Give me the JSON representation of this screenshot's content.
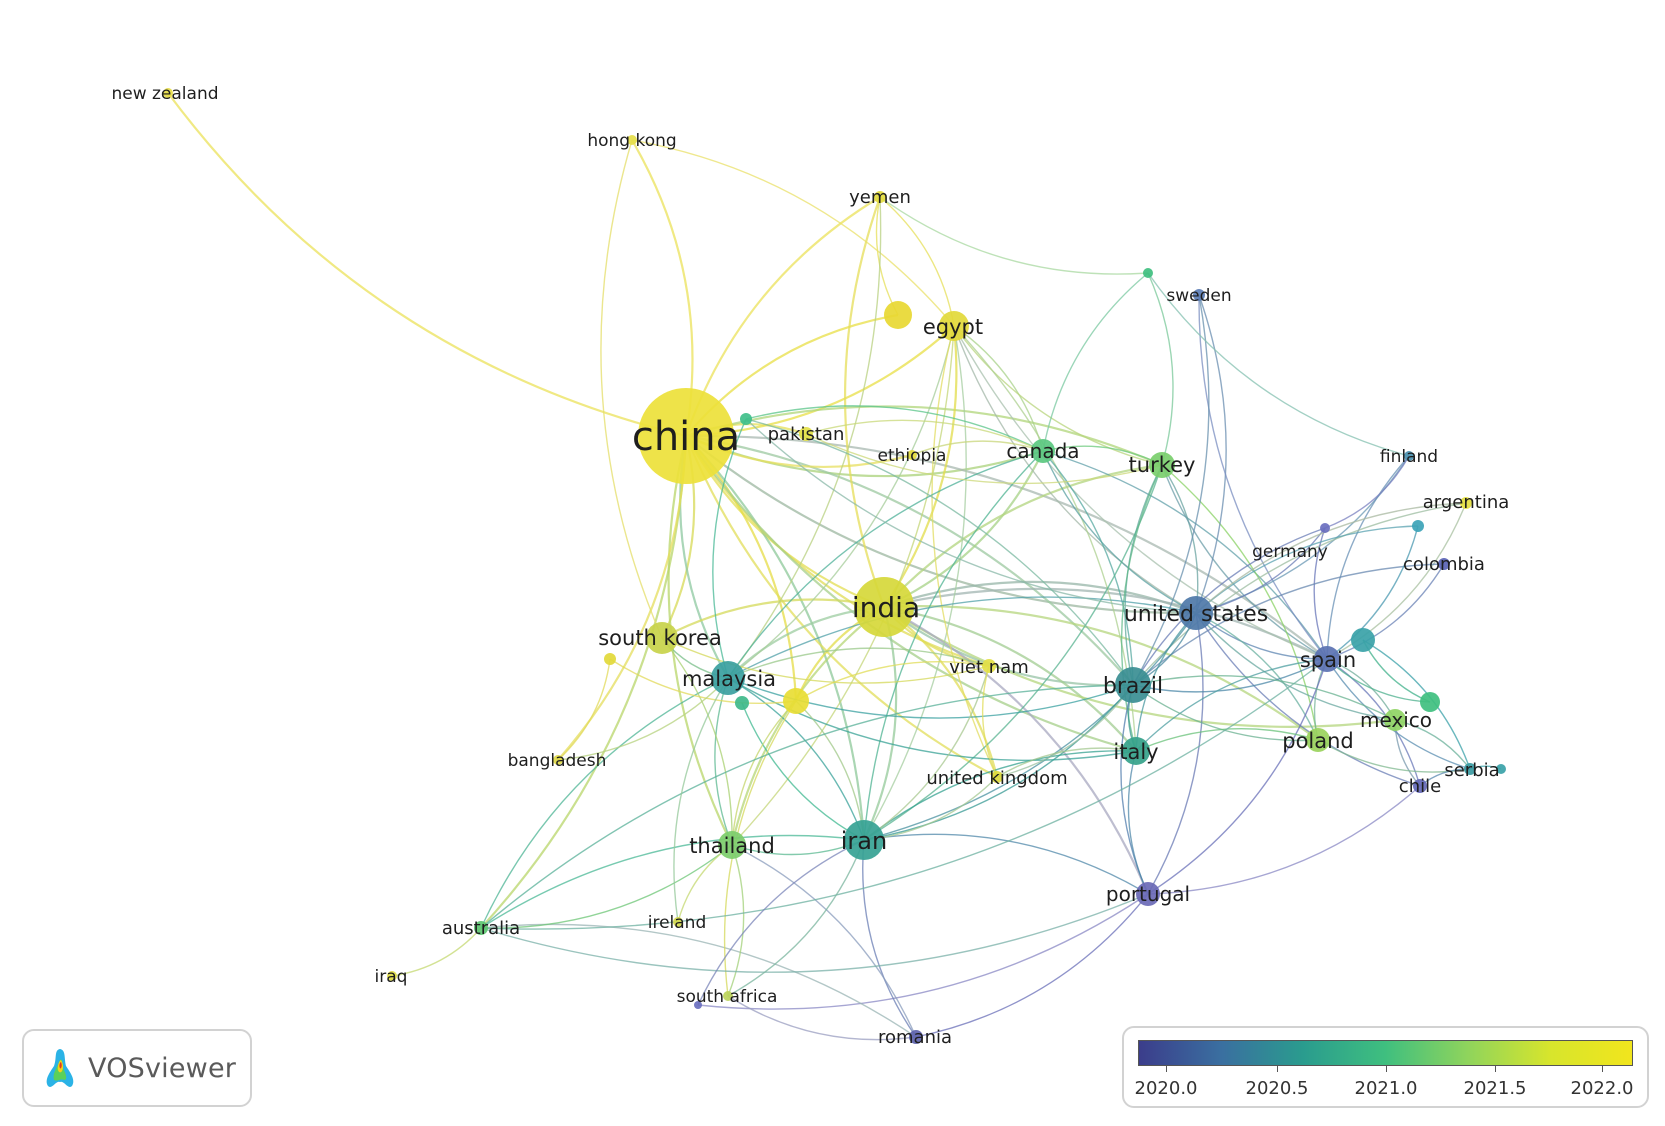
{
  "nodes": [
    {
      "id": "china",
      "label": "china",
      "size": 48,
      "font": 40,
      "color": "#ede13a"
    },
    {
      "id": "india",
      "label": "india",
      "size": 30,
      "font": 28,
      "color": "#d6d83a"
    },
    {
      "id": "egypt",
      "label": "egypt",
      "size": 15,
      "font": 21,
      "color": "#e2d93a"
    },
    {
      "id": "egypt2",
      "label": "",
      "size": 14,
      "font": 0,
      "color": "#e8d832"
    },
    {
      "id": "yemen",
      "label": "yemen",
      "size": 6,
      "font": 18,
      "color": "#e4dc3e"
    },
    {
      "id": "hong_kong",
      "label": "hong kong",
      "size": 5,
      "font": 17,
      "color": "#e6de4a"
    },
    {
      "id": "new_zealand",
      "label": "new zealand",
      "size": 5,
      "font": 17,
      "color": "#e6dc44"
    },
    {
      "id": "pakistan",
      "label": "pakistan",
      "size": 7,
      "font": 18,
      "color": "#e3df46"
    },
    {
      "id": "pakistan_dot",
      "label": "",
      "size": 6,
      "font": 0,
      "color": "#3fbf8a"
    },
    {
      "id": "ethiopia",
      "label": "ethiopia",
      "size": 5,
      "font": 17,
      "color": "#e4dc3e"
    },
    {
      "id": "canada",
      "label": "canada",
      "size": 12,
      "font": 20,
      "color": "#5bc880"
    },
    {
      "id": "turkey",
      "label": "turkey",
      "size": 13,
      "font": 21,
      "color": "#79ce6c"
    },
    {
      "id": "sweden",
      "label": "sweden",
      "size": 6,
      "font": 17,
      "color": "#5b7db5"
    },
    {
      "id": "sweden_dot",
      "label": "",
      "size": 5,
      "font": 0,
      "color": "#3fbf7f"
    },
    {
      "id": "finland",
      "label": "finland",
      "size": 5,
      "font": 17,
      "color": "#4a91b0"
    },
    {
      "id": "argentina",
      "label": "argentina",
      "size": 6,
      "font": 18,
      "color": "#e4df40"
    },
    {
      "id": "germany",
      "label": "germany",
      "size": 5,
      "font": 17,
      "color": "#6a6fbf"
    },
    {
      "id": "colombia",
      "label": "colombia",
      "size": 6,
      "font": 18,
      "color": "#5a63b4"
    },
    {
      "id": "extra_teal",
      "label": "",
      "size": 6,
      "font": 0,
      "color": "#3ca3b7"
    },
    {
      "id": "united_states",
      "label": "united states",
      "size": 17,
      "font": 22,
      "color": "#4e78a8"
    },
    {
      "id": "spain",
      "label": "spain",
      "size": 13,
      "font": 21,
      "color": "#5b72b2"
    },
    {
      "id": "spain2",
      "label": "",
      "size": 12,
      "font": 0,
      "color": "#3aa2a8"
    },
    {
      "id": "brazil",
      "label": "brazil",
      "size": 18,
      "font": 22,
      "color": "#3a8e92"
    },
    {
      "id": "italy",
      "label": "italy",
      "size": 14,
      "font": 21,
      "color": "#35a28a"
    },
    {
      "id": "poland",
      "label": "poland",
      "size": 12,
      "font": 21,
      "color": "#9ad35c"
    },
    {
      "id": "mexico",
      "label": "mexico",
      "size": 11,
      "font": 20,
      "color": "#8fd464"
    },
    {
      "id": "mexico2",
      "label": "",
      "size": 10,
      "font": 0,
      "color": "#3fbf7f"
    },
    {
      "id": "serbia",
      "label": "serbia",
      "size": 6,
      "font": 18,
      "color": "#3a9aa2"
    },
    {
      "id": "serbia2",
      "label": "",
      "size": 5,
      "font": 0,
      "color": "#3aa2a8"
    },
    {
      "id": "chile",
      "label": "chile",
      "size": 7,
      "font": 18,
      "color": "#6468b7"
    },
    {
      "id": "portugal",
      "label": "portugal",
      "size": 12,
      "font": 20,
      "color": "#6a69b6"
    },
    {
      "id": "south_korea",
      "label": "south korea",
      "size": 16,
      "font": 21,
      "color": "#c8d24a"
    },
    {
      "id": "sk_dot",
      "label": "",
      "size": 6,
      "font": 0,
      "color": "#e2d93a"
    },
    {
      "id": "malaysia",
      "label": "malaysia",
      "size": 17,
      "font": 21,
      "color": "#3aa0a0"
    },
    {
      "id": "malaysia_dot",
      "label": "",
      "size": 7,
      "font": 0,
      "color": "#3fb88a"
    },
    {
      "id": "yellow_mid",
      "label": "",
      "size": 13,
      "font": 0,
      "color": "#e8dd34"
    },
    {
      "id": "viet_nam",
      "label": "viet nam",
      "size": 7,
      "font": 18,
      "color": "#e3df46"
    },
    {
      "id": "united_kingdom",
      "label": "united kingdom",
      "size": 6,
      "font": 18,
      "color": "#dcd93c"
    },
    {
      "id": "bangladesh",
      "label": "bangladesh",
      "size": 5,
      "font": 17,
      "color": "#e1da48"
    },
    {
      "id": "thailand",
      "label": "thailand",
      "size": 14,
      "font": 21,
      "color": "#7ccd6b"
    },
    {
      "id": "iran",
      "label": "iran",
      "size": 20,
      "font": 24,
      "color": "#36a294"
    },
    {
      "id": "australia",
      "label": "australia",
      "size": 7,
      "font": 18,
      "color": "#5cc670"
    },
    {
      "id": "ireland",
      "label": "ireland",
      "size": 5,
      "font": 17,
      "color": "#d6da4e"
    },
    {
      "id": "iraq",
      "label": "iraq",
      "size": 5,
      "font": 17,
      "color": "#e0dc44"
    },
    {
      "id": "south_africa",
      "label": "south africa",
      "size": 5,
      "font": 17,
      "color": "#bcd45a"
    },
    {
      "id": "sa_dot",
      "label": "",
      "size": 4,
      "font": 0,
      "color": "#6a6fbf"
    },
    {
      "id": "romania",
      "label": "romania",
      "size": 7,
      "font": 18,
      "color": "#5e63ae"
    }
  ],
  "edges": [
    [
      "china",
      "new_zealand",
      "#ebe25a"
    ],
    [
      "china",
      "hong_kong",
      "#ebe25a"
    ],
    [
      "china",
      "yemen",
      "#ebe25a"
    ],
    [
      "china",
      "egypt",
      "#e8df45"
    ],
    [
      "china",
      "egypt2",
      "#e8df45"
    ],
    [
      "china",
      "india",
      "#e3dd52"
    ],
    [
      "china",
      "pakistan",
      "#e6e05a"
    ],
    [
      "china",
      "canada",
      "#a9d27a"
    ],
    [
      "china",
      "turkey",
      "#b0d57a"
    ],
    [
      "china",
      "united_states",
      "#9cb7a0"
    ],
    [
      "china",
      "south_korea",
      "#d7d955"
    ],
    [
      "china",
      "malaysia",
      "#8ec8a0"
    ],
    [
      "china",
      "iran",
      "#8ec89a"
    ],
    [
      "china",
      "thailand",
      "#b8d66a"
    ],
    [
      "china",
      "australia",
      "#b8d66a"
    ],
    [
      "china",
      "viet_nam",
      "#e0dc55"
    ],
    [
      "china",
      "yellow_mid",
      "#e6dc45"
    ],
    [
      "china",
      "united_kingdom",
      "#e2dd5a"
    ],
    [
      "china",
      "brazil",
      "#9cc8a0"
    ],
    [
      "china",
      "italy",
      "#a6cf8a"
    ],
    [
      "china",
      "spain",
      "#a8b8b0"
    ],
    [
      "china",
      "ethiopia",
      "#e7df5e"
    ],
    [
      "china",
      "bangladesh",
      "#e4dd5c"
    ],
    [
      "india",
      "egypt",
      "#e2dc4a"
    ],
    [
      "india",
      "yemen",
      "#e6de58"
    ],
    [
      "india",
      "malaysia",
      "#9ccca0"
    ],
    [
      "india",
      "iran",
      "#94ca9a"
    ],
    [
      "india",
      "thailand",
      "#b5d576"
    ],
    [
      "india",
      "united_states",
      "#97b6a8"
    ],
    [
      "india",
      "brazil",
      "#97c3a6"
    ],
    [
      "india",
      "italy",
      "#a2cc92"
    ],
    [
      "india",
      "canada",
      "#a6d286"
    ],
    [
      "india",
      "turkey",
      "#b1d47e"
    ],
    [
      "india",
      "south_korea",
      "#d4d95a"
    ],
    [
      "india",
      "spain",
      "#a2b6b2"
    ],
    [
      "india",
      "viet_nam",
      "#e0dc55"
    ],
    [
      "india",
      "united_kingdom",
      "#e0dc58"
    ],
    [
      "india",
      "yellow_mid",
      "#e2dc48"
    ],
    [
      "india",
      "poland",
      "#b6d67e"
    ],
    [
      "india",
      "mexico",
      "#b4d67e"
    ],
    [
      "india",
      "portugal",
      "#a8a8c0"
    ],
    [
      "egypt",
      "yemen",
      "#e6df58"
    ],
    [
      "egypt2",
      "yemen",
      "#e6df58"
    ],
    [
      "egypt",
      "hong_kong",
      "#e9e068"
    ],
    [
      "egypt",
      "canada",
      "#a8d28a"
    ],
    [
      "egypt",
      "turkey",
      "#b8d47c"
    ],
    [
      "egypt",
      "malaysia",
      "#a6cc9a"
    ],
    [
      "egypt",
      "united_states",
      "#a3b7a8"
    ],
    [
      "egypt",
      "iran",
      "#a6cda0"
    ],
    [
      "egypt",
      "spain",
      "#a8c0ae"
    ],
    [
      "egypt",
      "italy",
      "#aed090"
    ],
    [
      "egypt",
      "united_kingdom",
      "#e2dc60"
    ],
    [
      "egypt",
      "thailand",
      "#c4d678"
    ],
    [
      "hong_kong",
      "south_korea",
      "#e4de68"
    ],
    [
      "yemen",
      "malaysia",
      "#b8d080"
    ],
    [
      "yemen",
      "sweden_dot",
      "#a8d8a0"
    ],
    [
      "canada",
      "turkey",
      "#6cc97c"
    ],
    [
      "canada",
      "united_states",
      "#5aa0a2"
    ],
    [
      "canada",
      "brazil",
      "#55a8a0"
    ],
    [
      "canada",
      "iran",
      "#4eb392"
    ],
    [
      "canada",
      "spain",
      "#62a0aa"
    ],
    [
      "canada",
      "malaysia",
      "#4eb098"
    ],
    [
      "turkey",
      "united_states",
      "#6aa3a0"
    ],
    [
      "turkey",
      "brazil",
      "#5fa99a"
    ],
    [
      "turkey",
      "iran",
      "#58b390"
    ],
    [
      "turkey",
      "spain",
      "#6c9ea8"
    ],
    [
      "turkey",
      "poland",
      "#8ad164"
    ],
    [
      "turkey",
      "italy",
      "#5fb888"
    ],
    [
      "sweden",
      "united_states",
      "#6a8eb0"
    ],
    [
      "sweden",
      "spain",
      "#7a8ec0"
    ],
    [
      "sweden",
      "brazil",
      "#6890ae"
    ],
    [
      "sweden_dot",
      "canada",
      "#7ac8a0"
    ],
    [
      "sweden_dot",
      "turkey",
      "#7ac89a"
    ],
    [
      "sweden_dot",
      "finland",
      "#84c0b0"
    ],
    [
      "finland",
      "united_states",
      "#6a98b4"
    ],
    [
      "finland",
      "spain",
      "#6890b6"
    ],
    [
      "argentina",
      "spain",
      "#a8c0a0"
    ],
    [
      "argentina",
      "brazil",
      "#9cbca0"
    ],
    [
      "germany",
      "united_states",
      "#6a7cb6"
    ],
    [
      "germany",
      "spain",
      "#6876b8"
    ],
    [
      "colombia",
      "spain",
      "#6a82b6"
    ],
    [
      "colombia",
      "brazil",
      "#6888b0"
    ],
    [
      "extra_teal",
      "spain",
      "#4a98b0"
    ],
    [
      "united_states",
      "spain",
      "#5d86b2"
    ],
    [
      "united_states",
      "brazil",
      "#4a88a0"
    ],
    [
      "united_states",
      "italy",
      "#4a98a0"
    ],
    [
      "united_states",
      "iran",
      "#4a92a0"
    ],
    [
      "united_states",
      "malaysia",
      "#50a0a8"
    ],
    [
      "united_states",
      "portugal",
      "#6a7ab4"
    ],
    [
      "united_states",
      "mexico",
      "#6aa8a0"
    ],
    [
      "united_states",
      "poland",
      "#6ab0a0"
    ],
    [
      "united_states",
      "chile",
      "#6a7eb6"
    ],
    [
      "spain",
      "brazil",
      "#4c88a8"
    ],
    [
      "spain",
      "italy",
      "#4c9ea0"
    ],
    [
      "spain",
      "mexico",
      "#70ac9a"
    ],
    [
      "spain",
      "poland",
      "#78b49a"
    ],
    [
      "spain",
      "chile",
      "#6a78b8"
    ],
    [
      "spain",
      "serbia",
      "#5a8eb0"
    ],
    [
      "spain",
      "portugal",
      "#6a70b8"
    ],
    [
      "spain2",
      "mexico2",
      "#3fb08a"
    ],
    [
      "spain2",
      "serbia",
      "#3aa0a8"
    ],
    [
      "brazil",
      "italy",
      "#38988e"
    ],
    [
      "brazil",
      "iran",
      "#389a94"
    ],
    [
      "brazil",
      "portugal",
      "#527eae"
    ],
    [
      "brazil",
      "malaysia",
      "#3aa0a0"
    ],
    [
      "brazil",
      "poland",
      "#6ab090"
    ],
    [
      "brazil",
      "mexico",
      "#68b290"
    ],
    [
      "italy",
      "iran",
      "#36a290"
    ],
    [
      "italy",
      "poland",
      "#6ac27a"
    ],
    [
      "italy",
      "portugal",
      "#5088aa"
    ],
    [
      "italy",
      "malaysia",
      "#38a296"
    ],
    [
      "mexico",
      "chile",
      "#7a9aae"
    ],
    [
      "mexico",
      "serbia",
      "#6ab09a"
    ],
    [
      "poland",
      "serbia",
      "#80b890"
    ],
    [
      "chile",
      "serbia",
      "#5a8ab0"
    ],
    [
      "serbia2",
      "serbia",
      "#3aa2a8"
    ],
    [
      "portugal",
      "romania",
      "#6a6fb8"
    ],
    [
      "portugal",
      "iran",
      "#5088aa"
    ],
    [
      "portugal",
      "sa_dot",
      "#8a88c4"
    ],
    [
      "portugal",
      "chile",
      "#8a88c4"
    ],
    [
      "romania",
      "iran",
      "#6a7eb4"
    ],
    [
      "romania",
      "thailand",
      "#8a9cbc"
    ],
    [
      "romania",
      "south_africa",
      "#9a9ec0"
    ],
    [
      "romania",
      "australia",
      "#9ab4b4"
    ],
    [
      "malaysia",
      "iran",
      "#38a29a"
    ],
    [
      "malaysia",
      "thailand",
      "#5cb890"
    ],
    [
      "malaysia",
      "south_korea",
      "#78be88"
    ],
    [
      "malaysia",
      "australia",
      "#4cb494"
    ],
    [
      "malaysia",
      "viet_nam",
      "#9ac88a"
    ],
    [
      "malaysia_dot",
      "iran",
      "#3fb890"
    ],
    [
      "south_korea",
      "thailand",
      "#a8d070"
    ],
    [
      "south_korea",
      "viet_nam",
      "#d4d85a"
    ],
    [
      "sk_dot",
      "bangladesh",
      "#e2da5a"
    ],
    [
      "sk_dot",
      "yellow_mid",
      "#e2da5a"
    ],
    [
      "yellow_mid",
      "iran",
      "#a0c888"
    ],
    [
      "yellow_mid",
      "thailand",
      "#c4d46a"
    ],
    [
      "yellow_mid",
      "viet_nam",
      "#e0dc55"
    ],
    [
      "yellow_mid",
      "south_africa",
      "#d4d85a"
    ],
    [
      "viet_nam",
      "iran",
      "#a8c890"
    ],
    [
      "viet_nam",
      "united_kingdom",
      "#e0dc58"
    ],
    [
      "united_kingdom",
      "iran",
      "#a4c892"
    ],
    [
      "united_kingdom",
      "brazil",
      "#9cc0a0"
    ],
    [
      "united_kingdom",
      "italy",
      "#a4c890"
    ],
    [
      "thailand",
      "iran",
      "#5ab890"
    ],
    [
      "thailand",
      "australia",
      "#6cc676"
    ],
    [
      "thailand",
      "ireland",
      "#c4d870"
    ],
    [
      "thailand",
      "south_africa",
      "#a2d078"
    ],
    [
      "iran",
      "australia",
      "#4ab896"
    ],
    [
      "australia",
      "iraq",
      "#c4d870"
    ],
    [
      "australia",
      "portugal",
      "#7ab0a8"
    ],
    [
      "australia",
      "brazil",
      "#58b098"
    ],
    [
      "australia",
      "spain",
      "#6cb0a0"
    ],
    [
      "ireland",
      "malaysia",
      "#94c89a"
    ],
    [
      "south_africa",
      "iran",
      "#7ab49e"
    ],
    [
      "sa_dot",
      "iran",
      "#7a84b8"
    ],
    [
      "bangladesh",
      "malaysia",
      "#b6d27e"
    ],
    [
      "pakistan_dot",
      "canada",
      "#5ac488"
    ],
    [
      "pakistan_dot",
      "united_states",
      "#8ab8a8"
    ],
    [
      "pakistan_dot",
      "brazil",
      "#7ab8a0"
    ],
    [
      "pakistan_dot",
      "malaysia",
      "#48b896"
    ],
    [
      "pakistan",
      "canada",
      "#c8d878"
    ],
    [
      "pakistan",
      "turkey",
      "#ccd878"
    ],
    [
      "ethiopia",
      "canada",
      "#c8d67a"
    ],
    [
      "extra_teal",
      "united_states",
      "#5aa2b0"
    ],
    [
      "mexico2",
      "spain",
      "#4eb08e"
    ],
    [
      "germany",
      "brazil",
      "#6a7cb6"
    ],
    [
      "finland",
      "germany",
      "#7a80c0"
    ],
    [
      "argentina",
      "united_states",
      "#a8b8a0"
    ]
  ],
  "legend": {
    "ticks": [
      "2020.0",
      "2020.5",
      "2021.0",
      "2021.5",
      "2022.0"
    ]
  },
  "brand": {
    "name": "VOSviewer"
  }
}
